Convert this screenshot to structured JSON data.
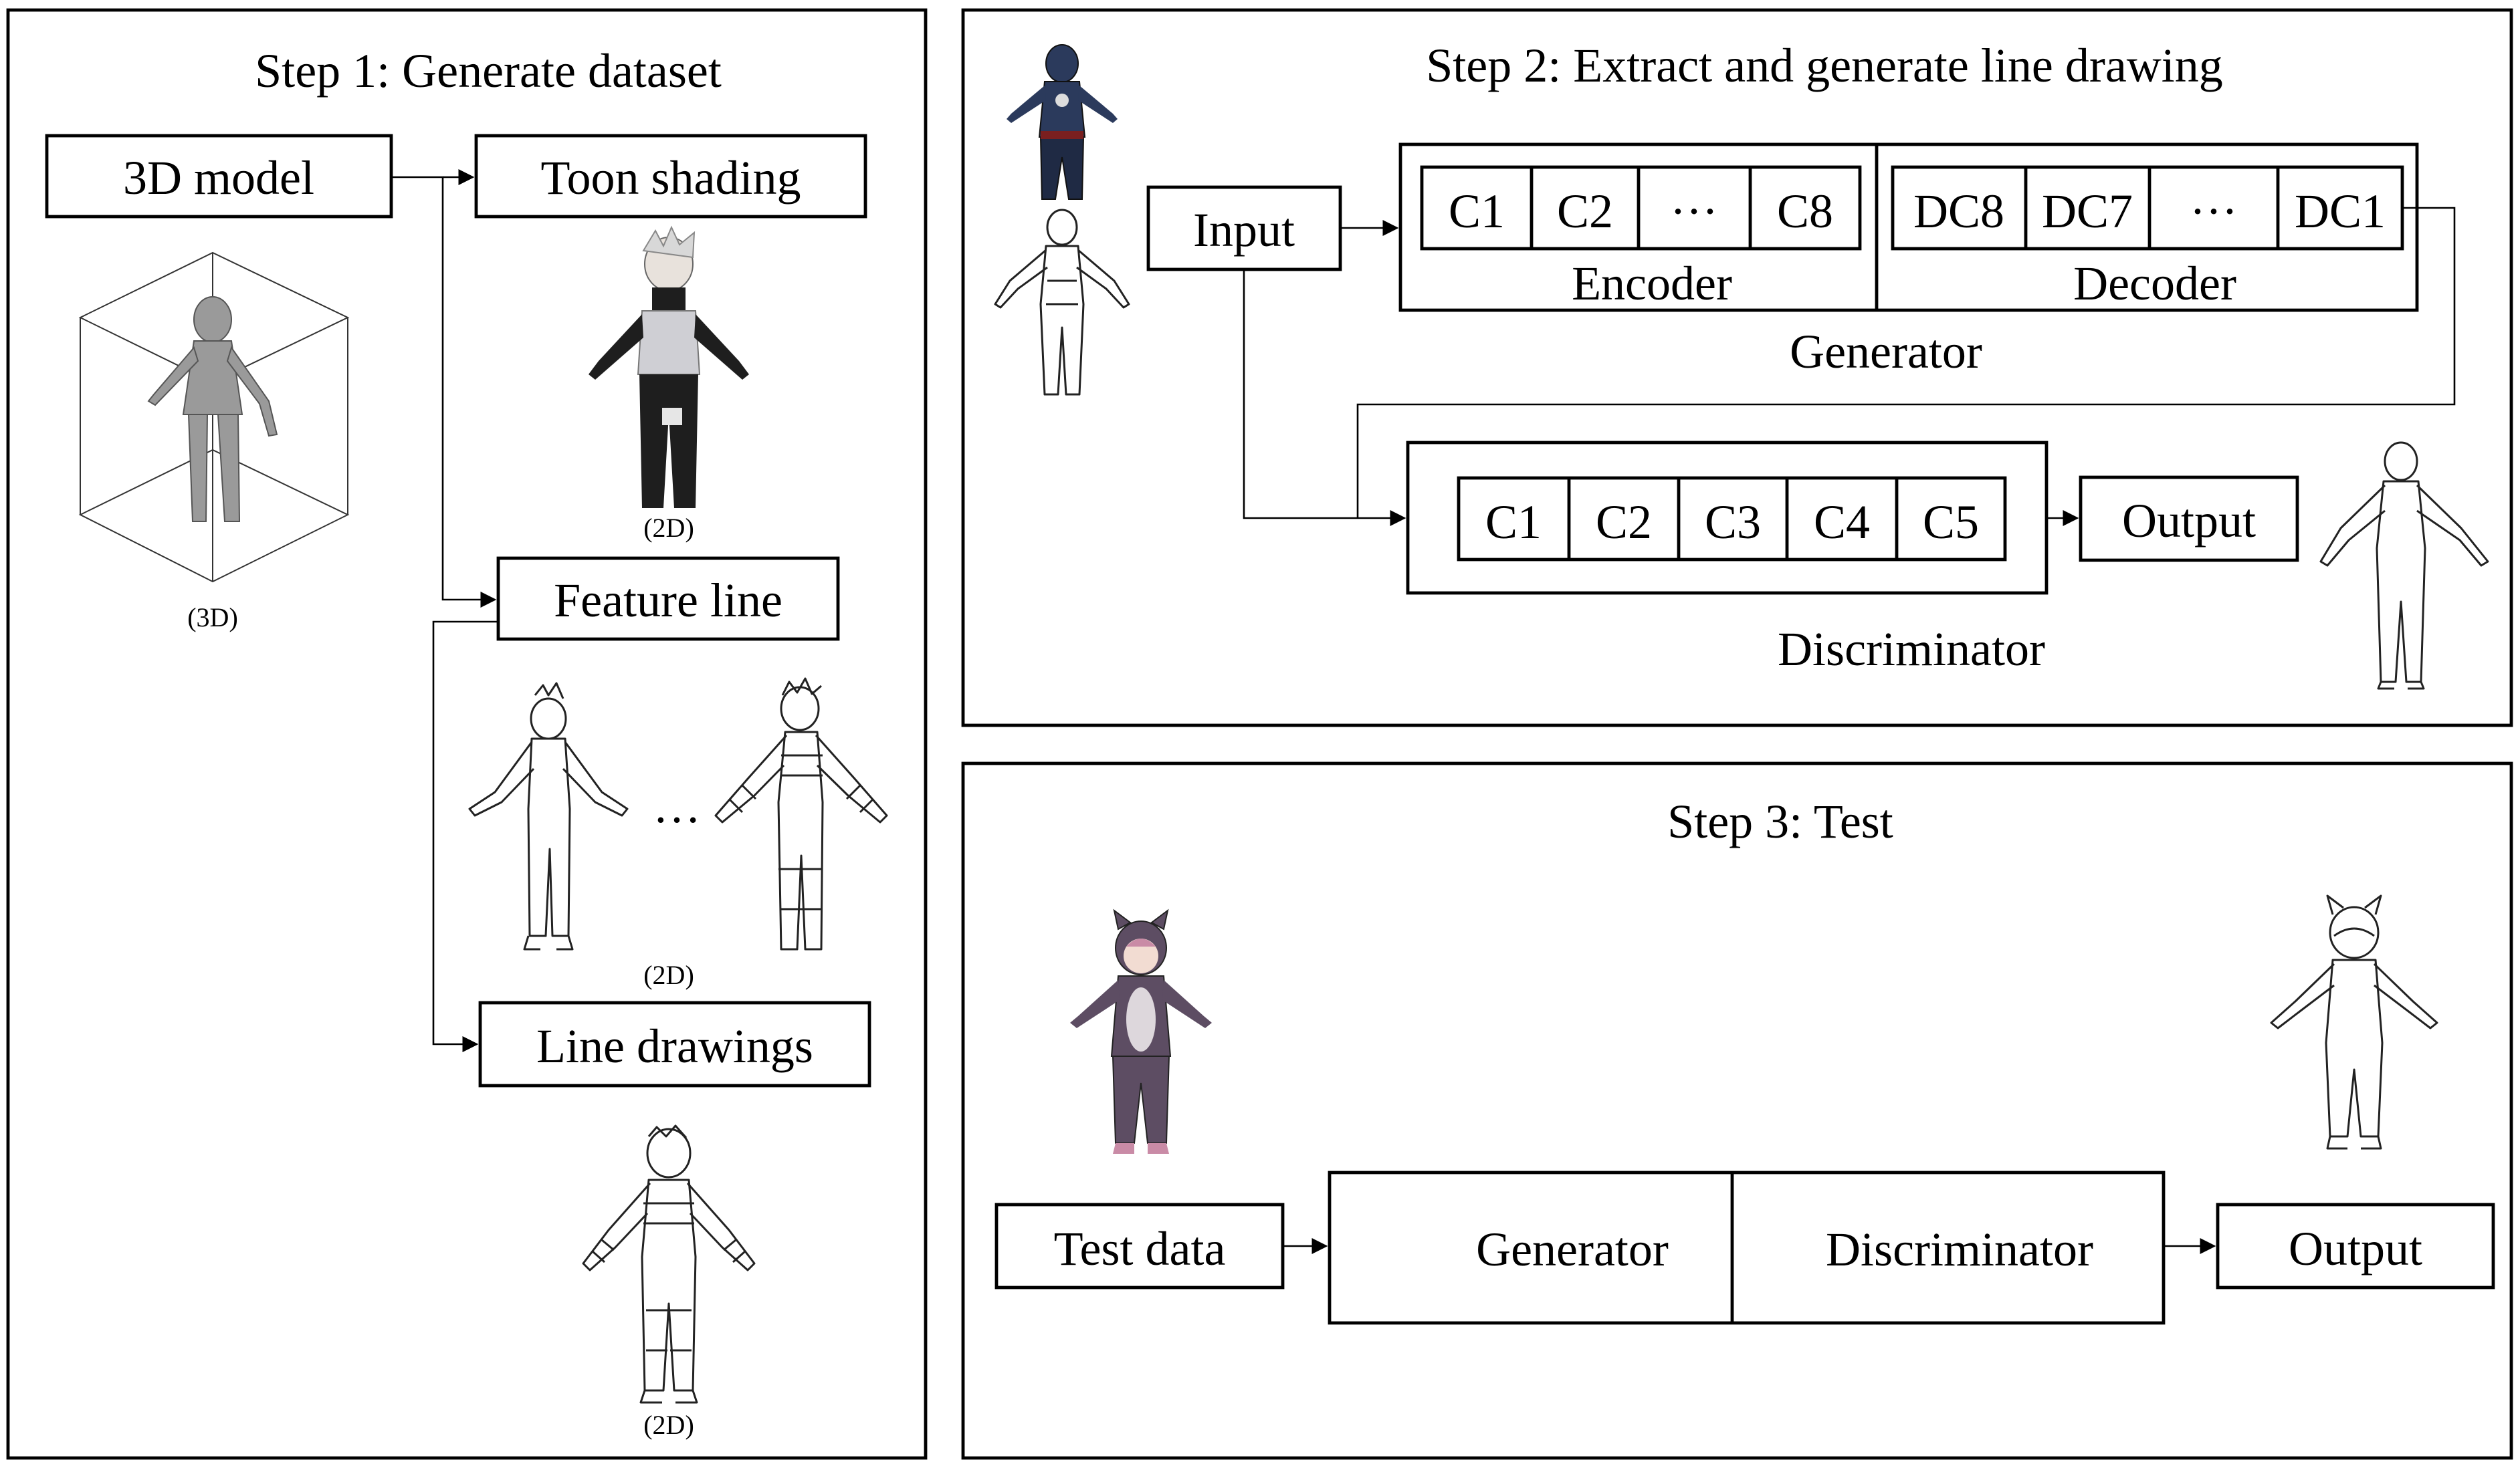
{
  "step1": {
    "title": "Step 1: Generate dataset",
    "model_box": "3D model",
    "toon_box": "Toon shading",
    "feature_box": "Feature line",
    "line_box": "Line drawings",
    "caption_3d": "(3D)",
    "caption_2d_toon": "(2D)",
    "caption_2d_feature": "(2D)",
    "caption_2d_line": "(2D)",
    "ellipsis": "…"
  },
  "step2": {
    "title": "Step 2: Extract and generate line drawing",
    "input_box": "Input",
    "encoder_cells": [
      "C1",
      "C2",
      "···",
      "C8"
    ],
    "encoder_label": "Encoder",
    "decoder_cells": [
      "DC8",
      "DC7",
      "···",
      "DC1"
    ],
    "decoder_label": "Decoder",
    "generator_label": "Generator",
    "discriminator_cells": [
      "C1",
      "C2",
      "C3",
      "C4",
      "C5"
    ],
    "discriminator_label": "Discriminator",
    "output_box": "Output"
  },
  "step3": {
    "title": "Step 3: Test",
    "test_box": "Test data",
    "generator_label": "Generator",
    "discriminator_label": "Discriminator",
    "output_box": "Output"
  },
  "colors": {
    "stroke": "#000000",
    "background": "#ffffff",
    "captain_blue": "#2b3a5c",
    "vest_gray": "#cfcfd4",
    "pants_black": "#1e1e1e",
    "onesie_purple": "#5d4d63",
    "hair_pink": "#c98ba6"
  }
}
